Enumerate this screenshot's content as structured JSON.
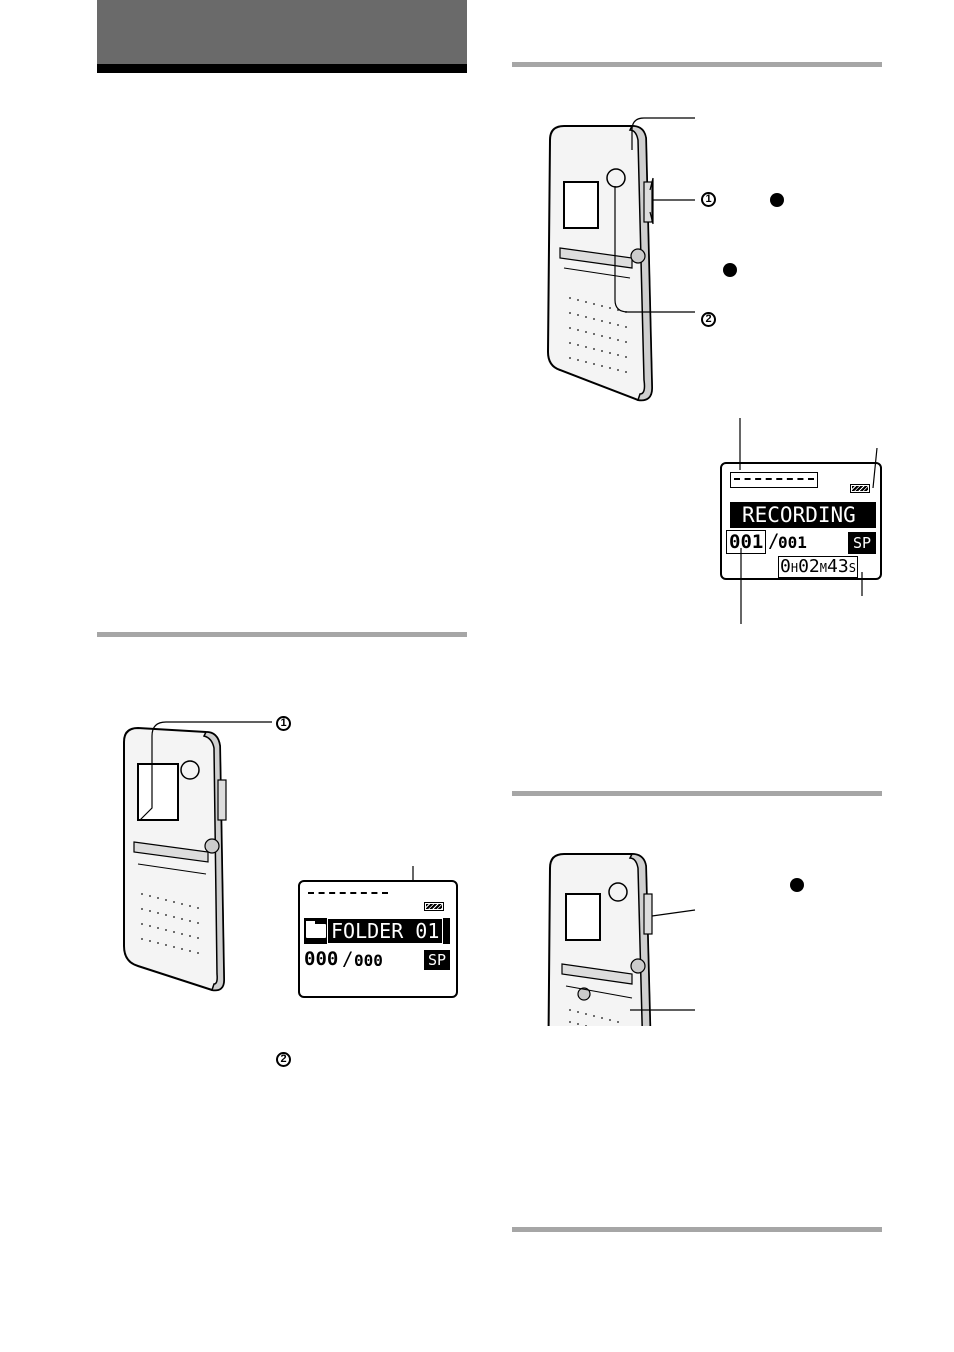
{
  "callouts": {
    "step1": "1",
    "step2": "2"
  },
  "display_recording": {
    "status": "RECORDING",
    "current_message": "001",
    "separator": "/",
    "total_messages": "001",
    "mode": "SP",
    "time_h": "0",
    "unit_h": "H",
    "time_m": "02",
    "unit_m": "M",
    "time_s": "43",
    "unit_s": "S"
  },
  "display_folder": {
    "folder_label": "FOLDER 01",
    "current_message": "000",
    "separator": "/",
    "total_messages": "000",
    "mode": "SP"
  },
  "icons": [
    "voice-recorder-device-icon",
    "record-dot-icon",
    "battery-icon",
    "folder-icon"
  ],
  "colors": {
    "header_gray": "#6a6a6a",
    "rule_gray": "#a6a6a6",
    "ink": "#000000"
  }
}
